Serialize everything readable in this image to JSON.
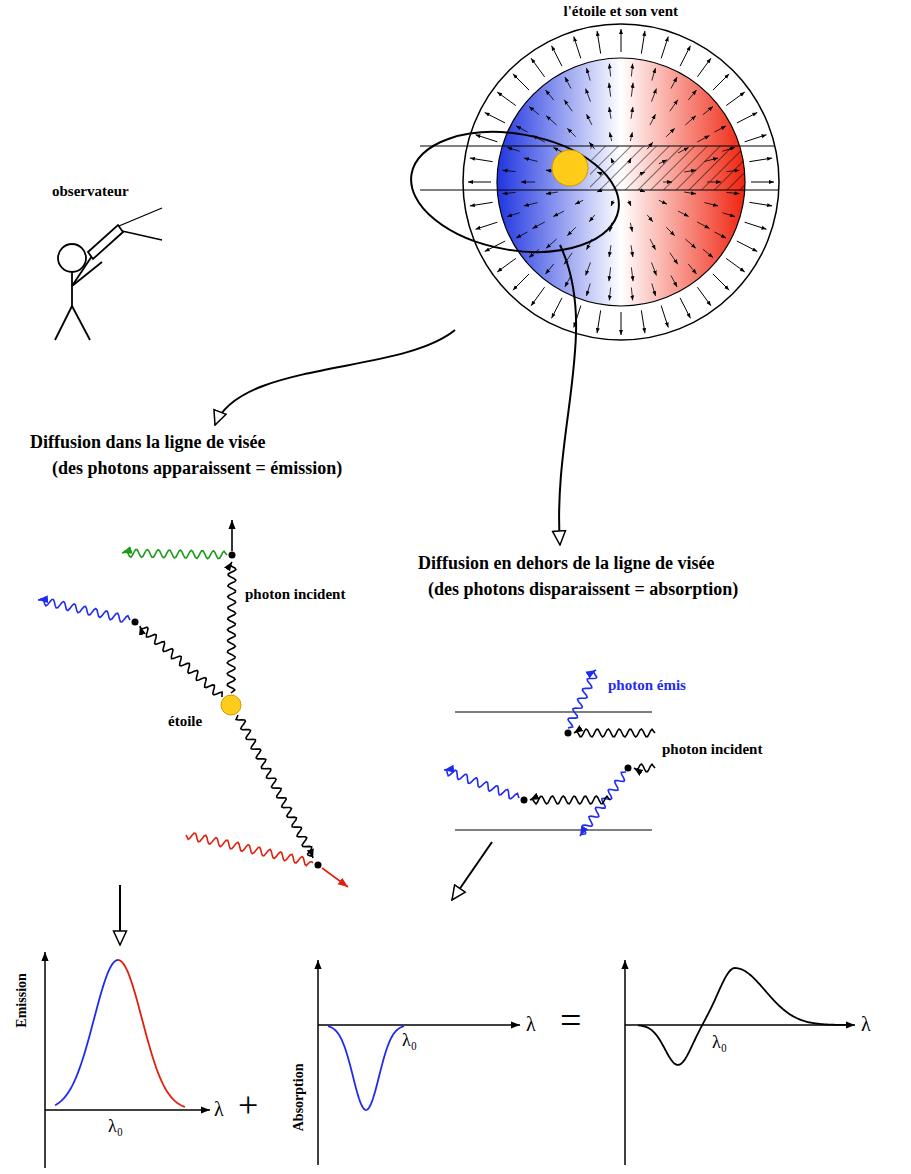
{
  "diagram": {
    "labels": [
      "l'étoile et son vent",
      "observateur",
      "Diffusion dans la ligne de visée",
      "(des photons apparaissent = émission)",
      "Diffusion en dehors de la ligne de visée",
      "(des photons disparaissent = absorption)",
      "photon incident",
      "étoile",
      "photon émis",
      "photon incident",
      "Emission",
      "λ",
      "λ₀",
      "+",
      "Absorption",
      "λ",
      "λ₀",
      "=",
      "λ",
      "λ₀"
    ]
  }
}
